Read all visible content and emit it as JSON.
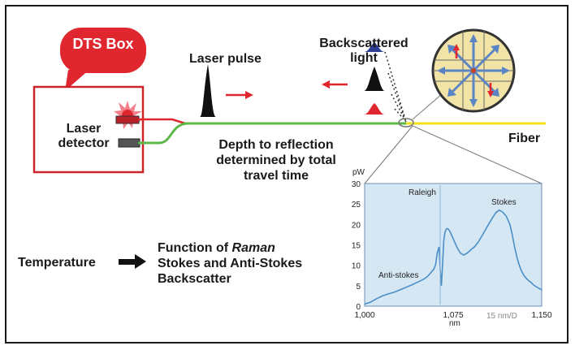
{
  "labels": {
    "dts_box": "DTS Box",
    "laser_pulse": "Laser pulse",
    "backscattered_line1": "Backscattered",
    "backscattered_line2": "light",
    "laser_line1": "Laser",
    "laser_line2": "detector",
    "fiber": "Fiber",
    "depth_line1": "Depth to reflection",
    "depth_line2": "determined by total",
    "depth_line3": "travel time",
    "temperature": "Temperature",
    "function_prefix": "Function of ",
    "function_raman": "Raman",
    "function_line2": "Stokes and Anti-Stokes",
    "function_line3": "Backscatter"
  },
  "colors": {
    "dts_bubble": "#e0262e",
    "box_border": "#cc2229",
    "fiber_green": "#5cb848",
    "fiber_yellow": "#f5e11c",
    "arrow_red": "#e0262e",
    "pulse_black": "#111111",
    "pulse_blue": "#2d3e92",
    "spectrum_bg": "#d6e7f4",
    "spectrum_line": "#4a8fc8"
  },
  "chart_data": {
    "type": "line",
    "title": "",
    "ylabel": "pW",
    "xlabel": "nm",
    "unit_note": "15 nm/D",
    "xlim": [
      1000,
      1150
    ],
    "ylim": [
      0,
      30
    ],
    "x_ticks": [
      "1,000",
      "1,075",
      "1,150"
    ],
    "y_ticks": [
      "0",
      "5",
      "10",
      "15",
      "20",
      "25",
      "30"
    ],
    "annotations": [
      "Raleigh",
      "Stokes",
      "Anti-stokes"
    ],
    "series": [
      {
        "x": [
          1000,
          1005,
          1010,
          1015,
          1020,
          1025,
          1030,
          1035,
          1040,
          1045,
          1050,
          1053,
          1055,
          1057,
          1058.5,
          1060,
          1061.5,
          1063,
          1064,
          1065,
          1066,
          1067,
          1068,
          1069,
          1070,
          1071,
          1072,
          1073,
          1075,
          1078,
          1081,
          1084,
          1087,
          1090,
          1093,
          1096,
          1099,
          1102,
          1105,
          1108,
          1111,
          1114,
          1117,
          1120,
          1123,
          1125,
          1127,
          1129,
          1131,
          1133,
          1135,
          1137,
          1139,
          1141,
          1143,
          1145,
          1147,
          1150
        ],
        "values": [
          0.5,
          1.0,
          1.8,
          2.5,
          3.0,
          3.4,
          4.0,
          4.6,
          5.2,
          5.9,
          6.6,
          7.2,
          7.8,
          8.5,
          9.0,
          10.0,
          13.0,
          14.5,
          9.0,
          5.0,
          10.0,
          16.0,
          18.0,
          18.8,
          19.0,
          18.8,
          18.4,
          17.8,
          16.5,
          14.5,
          13.0,
          12.5,
          13.0,
          13.8,
          14.5,
          15.6,
          17.0,
          18.5,
          20.0,
          21.5,
          22.8,
          23.5,
          23.0,
          22.0,
          20.0,
          17.5,
          14.5,
          12.0,
          10.0,
          8.5,
          7.5,
          6.8,
          6.2,
          5.8,
          5.2,
          4.8,
          4.5,
          4.0
        ]
      }
    ]
  }
}
